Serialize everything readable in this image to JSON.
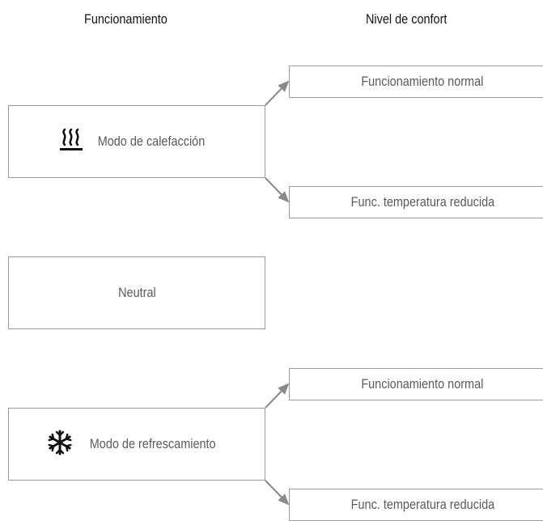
{
  "headers": {
    "operation": "Funcionamiento",
    "comfort_level": "Nivel de confort"
  },
  "modes": {
    "heating": {
      "label": "Modo de calefacción",
      "icon": "heating-icon"
    },
    "neutral": {
      "label": "Neutral"
    },
    "cooling": {
      "label": "Modo de refrescamiento",
      "icon": "snowflake-icon"
    }
  },
  "levels": {
    "heating_normal": "Funcionamiento normal",
    "heating_reduced": "Func. temperatura reducida",
    "cooling_normal": "Funcionamiento normal",
    "cooling_reduced": "Func. temperatura reducida"
  },
  "colors": {
    "border": "#9a9a9a",
    "arrow": "#8a8a8a",
    "icon": "#111111"
  }
}
